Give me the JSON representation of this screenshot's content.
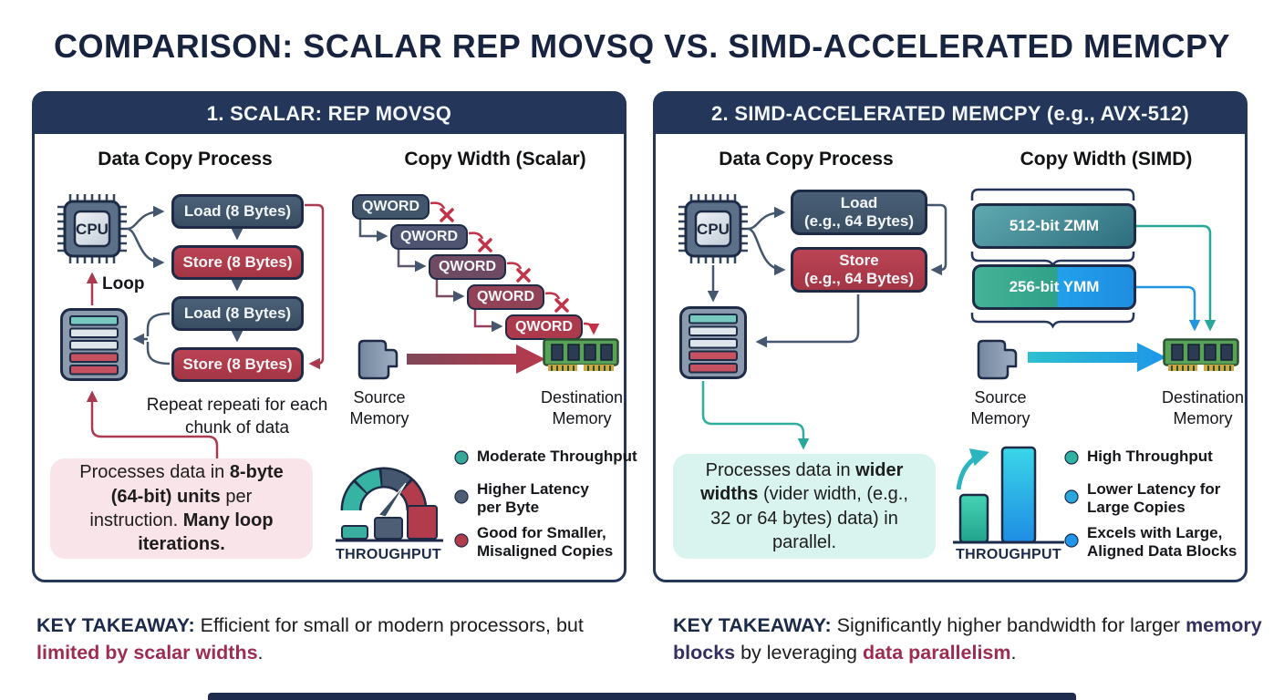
{
  "title": "COMPARISON: SCALAR REP MOVSQ VS. SIMD-ACCELERATED MEMCPY",
  "colors": {
    "navy": "#24365a",
    "slate": "#3e5468",
    "crimson": "#b23c4c",
    "maroon_line": "#a93a50",
    "teal": "#2fae9f",
    "blue": "#2196e0",
    "pink_bg": "#f9e4e9",
    "mint_bg": "#d9f4ee",
    "ram_green": "#58a258",
    "accent_text": "#9e2c50"
  },
  "scalar": {
    "header": "1. SCALAR: REP MOVSQ",
    "col_process": "Data Copy Process",
    "col_width": "Copy Width (Scalar)",
    "cpu": "CPU",
    "loop": "Loop",
    "load": "Load (8 Bytes)",
    "store": "Store (8 Bytes)",
    "repeat_note": "Repeat repeati for each chunk of data",
    "qword": "QWORD",
    "source": "Source Memory",
    "destination": "Destination Memory",
    "note": {
      "p1": "Processes data in ",
      "b1": "8-byte (64-bit) units",
      "p2": " per instruction. ",
      "b2": "Many loop iterations."
    },
    "throughput": "THROUGHPUT",
    "legend": [
      {
        "color": "#35a898",
        "text": "Moderate Throughput"
      },
      {
        "color": "#4e5d74",
        "text": "Higher Latency per Byte"
      },
      {
        "color": "#b23c4c",
        "text": "Good for Smaller, Misaligned Copies"
      }
    ],
    "takeaway": {
      "label": "KEY TAKEAWAY:",
      "p1": " Efficient for small or modern processors, but ",
      "accent": "limited by scalar widths",
      "p2": "."
    }
  },
  "simd": {
    "header": "2. SIMD-ACCELERATED MEMCPY (e.g., AVX-512)",
    "col_process": "Data Copy Process",
    "col_width": "Copy Width (SIMD)",
    "cpu": "CPU",
    "load_l1": "Load",
    "load_l2": "(e.g., 64 Bytes)",
    "store_l1": "Store",
    "store_l2": "(e.g., 64 Bytes)",
    "zmm": "512-bit ZMM",
    "ymm": "256-bit YMM",
    "source": "Source Memory",
    "destination": "Destination Memory",
    "note": {
      "p1": "Processes data in ",
      "b1": "wider widths",
      "p2": " (vider width, (e.g., 32 or 64 bytes) data) in parallel."
    },
    "throughput": "THROUGHPUT",
    "legend": [
      {
        "color": "#2eb3a0",
        "text": "High Throughput"
      },
      {
        "color": "#2aa7dd",
        "text": "Lower Latency for Large Copies"
      },
      {
        "color": "#2196e8",
        "text": "Excels with Large, Aligned Data Blocks"
      }
    ],
    "takeaway": {
      "label": "KEY TAKEAWAY:",
      "p1": " Significantly higher bandwidth for larger ",
      "strong": "memory blocks",
      "p2": " by leveraging ",
      "accent": "data parallelism",
      "p3": "."
    }
  }
}
